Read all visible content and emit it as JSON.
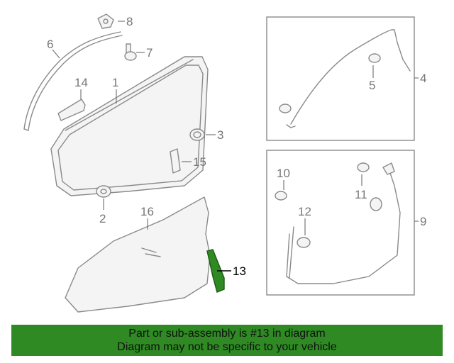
{
  "callouts": {
    "c1": "1",
    "c2": "2",
    "c3": "3",
    "c4": "4",
    "c5": "5",
    "c6": "6",
    "c7": "7",
    "c8": "8",
    "c9": "9",
    "c10": "10",
    "c11": "11",
    "c12": "12",
    "c13": "13",
    "c14": "14",
    "c15": "15",
    "c16": "16"
  },
  "highlight": {
    "part": "13",
    "color": "#2f8a24"
  },
  "banner": {
    "line1": "Part or sub-assembly is #13 in diagram",
    "line2": "Diagram may not be specific to your vehicle",
    "background": "#2f8a24"
  }
}
